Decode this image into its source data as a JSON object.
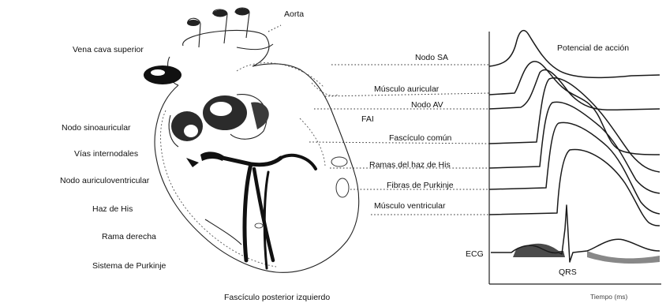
{
  "heart_labels": {
    "aorta": "Aorta",
    "vena_cava": "Vena cava superior",
    "nodo_sinoauricular": "Nodo sinoauricular",
    "vias_internodales": "Vías internodales",
    "nodo_auriculoventricular": "Nodo auriculoventricular",
    "haz_de_his": "Haz de His",
    "rama_derecha": "Rama derecha",
    "sistema_purkinje": "Sistema de Purkinje",
    "fasciculo_posterior": "Fascículo posterior izquierdo",
    "fai": "FAI"
  },
  "trace_labels": {
    "potencial": "Potencial de acción",
    "nodo_sa": "Nodo SA",
    "musculo_auricular": "Músculo auricular",
    "nodo_av": "Nodo AV",
    "fasciculo_comun": "Fascículo común",
    "ramas_his": "Ramas del haz de His",
    "fibras_purkinje": "Fibras de Purkinje",
    "musculo_ventricular": "Músculo ventricular",
    "ecg": "ECG",
    "qrs": "QRS",
    "tiempo": "Tiempo (ms)"
  },
  "colors": {
    "ink": "#1a1a1a",
    "structure_fill": "#2b2b2b",
    "background": "#ffffff"
  }
}
